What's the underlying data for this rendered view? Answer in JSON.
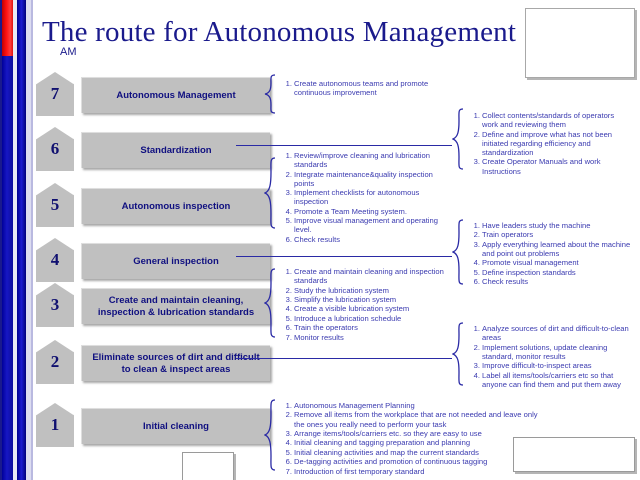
{
  "slide": {
    "title": "The route for Autonomous Management",
    "subtitle": "AM",
    "accent_color": "#1a1a8c",
    "box_fill": "#c0c0c0",
    "text_color": "#3b3bb0",
    "stripe_red": "#ff1111",
    "stripe_blue": "#00008f"
  },
  "steps": [
    {
      "number": "7",
      "label": "Autonomous Management",
      "connector": "brace",
      "items": [
        "Create autonomous teams and promote continuous improvement"
      ]
    },
    {
      "number": "6",
      "label": "Standardization",
      "connector": "line",
      "items": []
    },
    {
      "number": "5",
      "label": "Autonomous inspection",
      "connector": "brace",
      "items": [
        "Review/improve cleaning and lubrication  standards",
        "Integrate maintenance&quality inspection points",
        "Implement  checklists for autonomous inspection",
        "Promote a Team Meeting system.",
        "Improve visual management and operating level.",
        "Check results"
      ]
    },
    {
      "number": "4",
      "label": "General inspection",
      "connector": "line",
      "items": []
    },
    {
      "number": "3",
      "label": "Create and maintain cleaning, inspection & lubrication standards",
      "connector": "brace",
      "items": [
        "Create and maintain cleaning and inspection standards",
        "Study the lubrication system",
        "Simplify  the lubrication system",
        "Create a visible lubrication system",
        "Introduce a lubrication schedule",
        "Train the operators",
        "Monitor results"
      ]
    },
    {
      "number": "2",
      "label": "Eliminate sources of dirt and difficult to clean & inspect areas",
      "connector": "line",
      "items": []
    },
    {
      "number": "1",
      "label": "Initial cleaning",
      "connector": "brace",
      "items": [
        "Autonomous Management Planning",
        "Remove all items from the workplace that are not needed and leave only the ones you really need to perform your task",
        "Arrange items/tools/carriers etc. so they are easy to use",
        "Initial cleaning and tagging preparation and planning",
        "Initial cleaning activities and map the current standards",
        "De-tagging  activities and promotion of continuous tagging",
        "Introduction of first temporary standard"
      ]
    }
  ],
  "right_lists": [
    {
      "for_step": "6",
      "items": [
        "Collect contents/standards of operators work and reviewing them",
        "Define and improve what has not been initiated regarding efficiency and standardization",
        "Create Operator Manuals and work Instructions"
      ]
    },
    {
      "for_step": "4",
      "items": [
        "Have leaders study the machine",
        "Train operators",
        "Apply everything learned about the machine and point out problems",
        "Promote visual management",
        "Define inspection standards",
        "Check results"
      ]
    },
    {
      "for_step": "2",
      "items": [
        "Analyze sources of dirt and difficult-to-clean areas",
        "Implement solutions, update cleaning standard, monitor results",
        "Improve difficult-to-inspect areas",
        "Label all items/tools/carriers etc so that anyone can find them and put them away"
      ]
    }
  ]
}
